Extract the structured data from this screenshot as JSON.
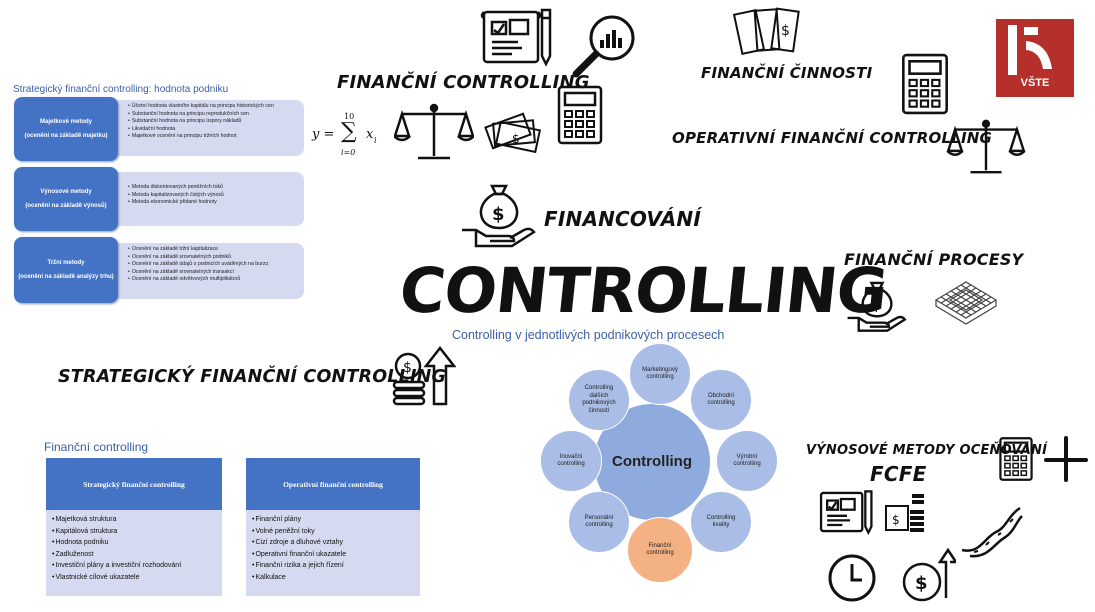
{
  "logo": {
    "text": "VŠTE",
    "color": "#b5302a"
  },
  "headings": {
    "financni_controlling": "FINANČNÍ CONTROLLING",
    "financni_cinnosti": "FINANČNÍ ČINNOSTI",
    "operativni": "OPERATIVNÍ FINANČNÍ CONTROLLING",
    "financovani": "FINANCOVÁNÍ",
    "financni_procesy": "FINANČNÍ PROCESY",
    "controlling": "CONTROLLING",
    "strategicky": "STRATEGICKÝ FINANČNÍ CONTROLLING",
    "vynosove": "VÝNOSOVÉ METODY OCEŇOVÁNÍ",
    "fcfe": "FCFE"
  },
  "formula": {
    "y": "y =",
    "sigma": "∑",
    "upper": "10",
    "lower": "i=0",
    "term": "x",
    "sub": "i"
  },
  "strategic_methods": {
    "title": "Strategický finanční controlling: hodnota podniku",
    "groups": [
      {
        "name": "Majetkové metody",
        "sub": "(ocenění na základě majetku)",
        "items": [
          "Účetní hodnota vlastního kapitálu na principu historických cen",
          "Substanční hodnota na principu reprodukčních cen",
          "Substanční hodnota na principu úspory nákladů",
          "Likvidační hodnota",
          "Majetkové ocenění na principu tržních hodnot"
        ]
      },
      {
        "name": "Výnosové metody",
        "sub": "(ocenění na základě výnosů)",
        "items": [
          "Metoda diskontovaných peněžních toků",
          "Metoda kapitalizovaných čistých výnosů",
          "Metoda ekonomické přidané hodnoty"
        ]
      },
      {
        "name": "Tržní metody",
        "sub": "(ocenění na základě analýzy trhu)",
        "items": [
          "Ocenění na základě tržní kapitalizace",
          "Ocenění na základě srovnatelných podniků",
          "Ocenění na základě údajů o podnicích uváděných na burzu",
          "Ocenění na základě srovnatelných transakcí",
          "Ocenění na základě odvětvových multiplikátorů"
        ]
      }
    ]
  },
  "financni_controlling_table": {
    "title": "Finanční controlling",
    "columns": [
      {
        "header": "Strategický finanční controlling",
        "items": [
          "Majetková struktura",
          "Kapitálová struktura",
          "Hodnota podniku",
          "Zadluženost",
          "Investiční plány a investiční rozhodování",
          "Vlastnické cílové ukazatele"
        ]
      },
      {
        "header": "Operativní finanční controlling",
        "items": [
          "Finanční plány",
          "Volné peněžní toky",
          "Cizí zdroje a dluhové vztahy",
          "Operativní finanční ukazatele",
          "Finanční rizika a jejich řízení",
          "Kalkulace"
        ]
      }
    ]
  },
  "cycle": {
    "title": "Controlling v jednotlivých podnikových procesech",
    "center": "Controlling",
    "nodes": [
      "Marketingový controlling",
      "Obchodní controlling",
      "Výrobní controlling",
      "Controlling kvality",
      "Finanční controlling",
      "Personální controlling",
      "Inovační controlling",
      "Controlling dalších podnikových činností"
    ],
    "colors": {
      "center": "#8faadc",
      "node": "#a9bde6",
      "highlight": "#f4b183"
    }
  },
  "colors": {
    "accent": "#4472c4",
    "light": "#d5daf0",
    "title_blue": "#3b5ea8"
  },
  "icons": [
    "blueprint-icon",
    "magnifier-chart-icon",
    "money-stack-icon",
    "calculator-icon",
    "scales-icon",
    "money-bag-hand-icon",
    "chip-icon",
    "coins-arrow-icon",
    "clock-icon",
    "plus-icon",
    "road-icon",
    "safe-coins-icon",
    "dollar-arrow-icon"
  ]
}
